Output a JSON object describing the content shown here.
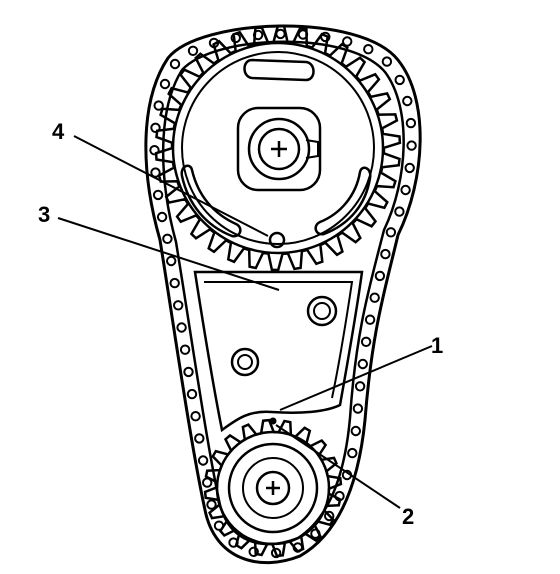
{
  "diagram": {
    "callouts": [
      {
        "id": "1",
        "label": "1"
      },
      {
        "id": "2",
        "label": "2"
      },
      {
        "id": "3",
        "label": "3"
      },
      {
        "id": "4",
        "label": "4"
      }
    ],
    "colors": {
      "ink": "#000000",
      "paper": "#ffffff"
    }
  }
}
